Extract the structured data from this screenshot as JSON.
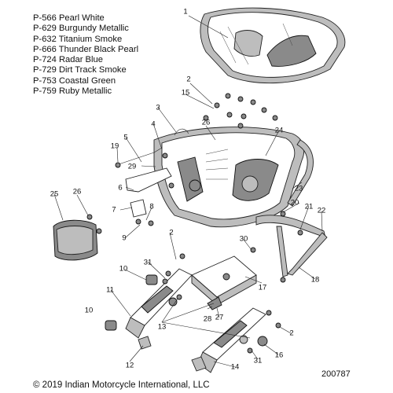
{
  "paint_codes": [
    "P-566 Pearl White",
    "P-629 Burgundy Metallic",
    "P-632 Titanium Smoke",
    "P-666 Thunder Black Pearl",
    "P-724 Radar Blue",
    "P-729 Dirt Track Smoke",
    "P-753 Coastal Green",
    "P-759 Ruby Metallic"
  ],
  "callouts": [
    "1",
    "2",
    "2",
    "2",
    "3",
    "4",
    "5",
    "6",
    "7",
    "8",
    "9",
    "10",
    "10",
    "11",
    "12",
    "13",
    "14",
    "15",
    "16",
    "17",
    "18",
    "19",
    "20",
    "21",
    "22",
    "23",
    "24",
    "25",
    "26",
    "26",
    "27",
    "28",
    "29",
    "30",
    "31",
    "31"
  ],
  "footer": {
    "copyright": "© 2019 Indian Motorcycle International, LLC",
    "document_number": "200787"
  }
}
